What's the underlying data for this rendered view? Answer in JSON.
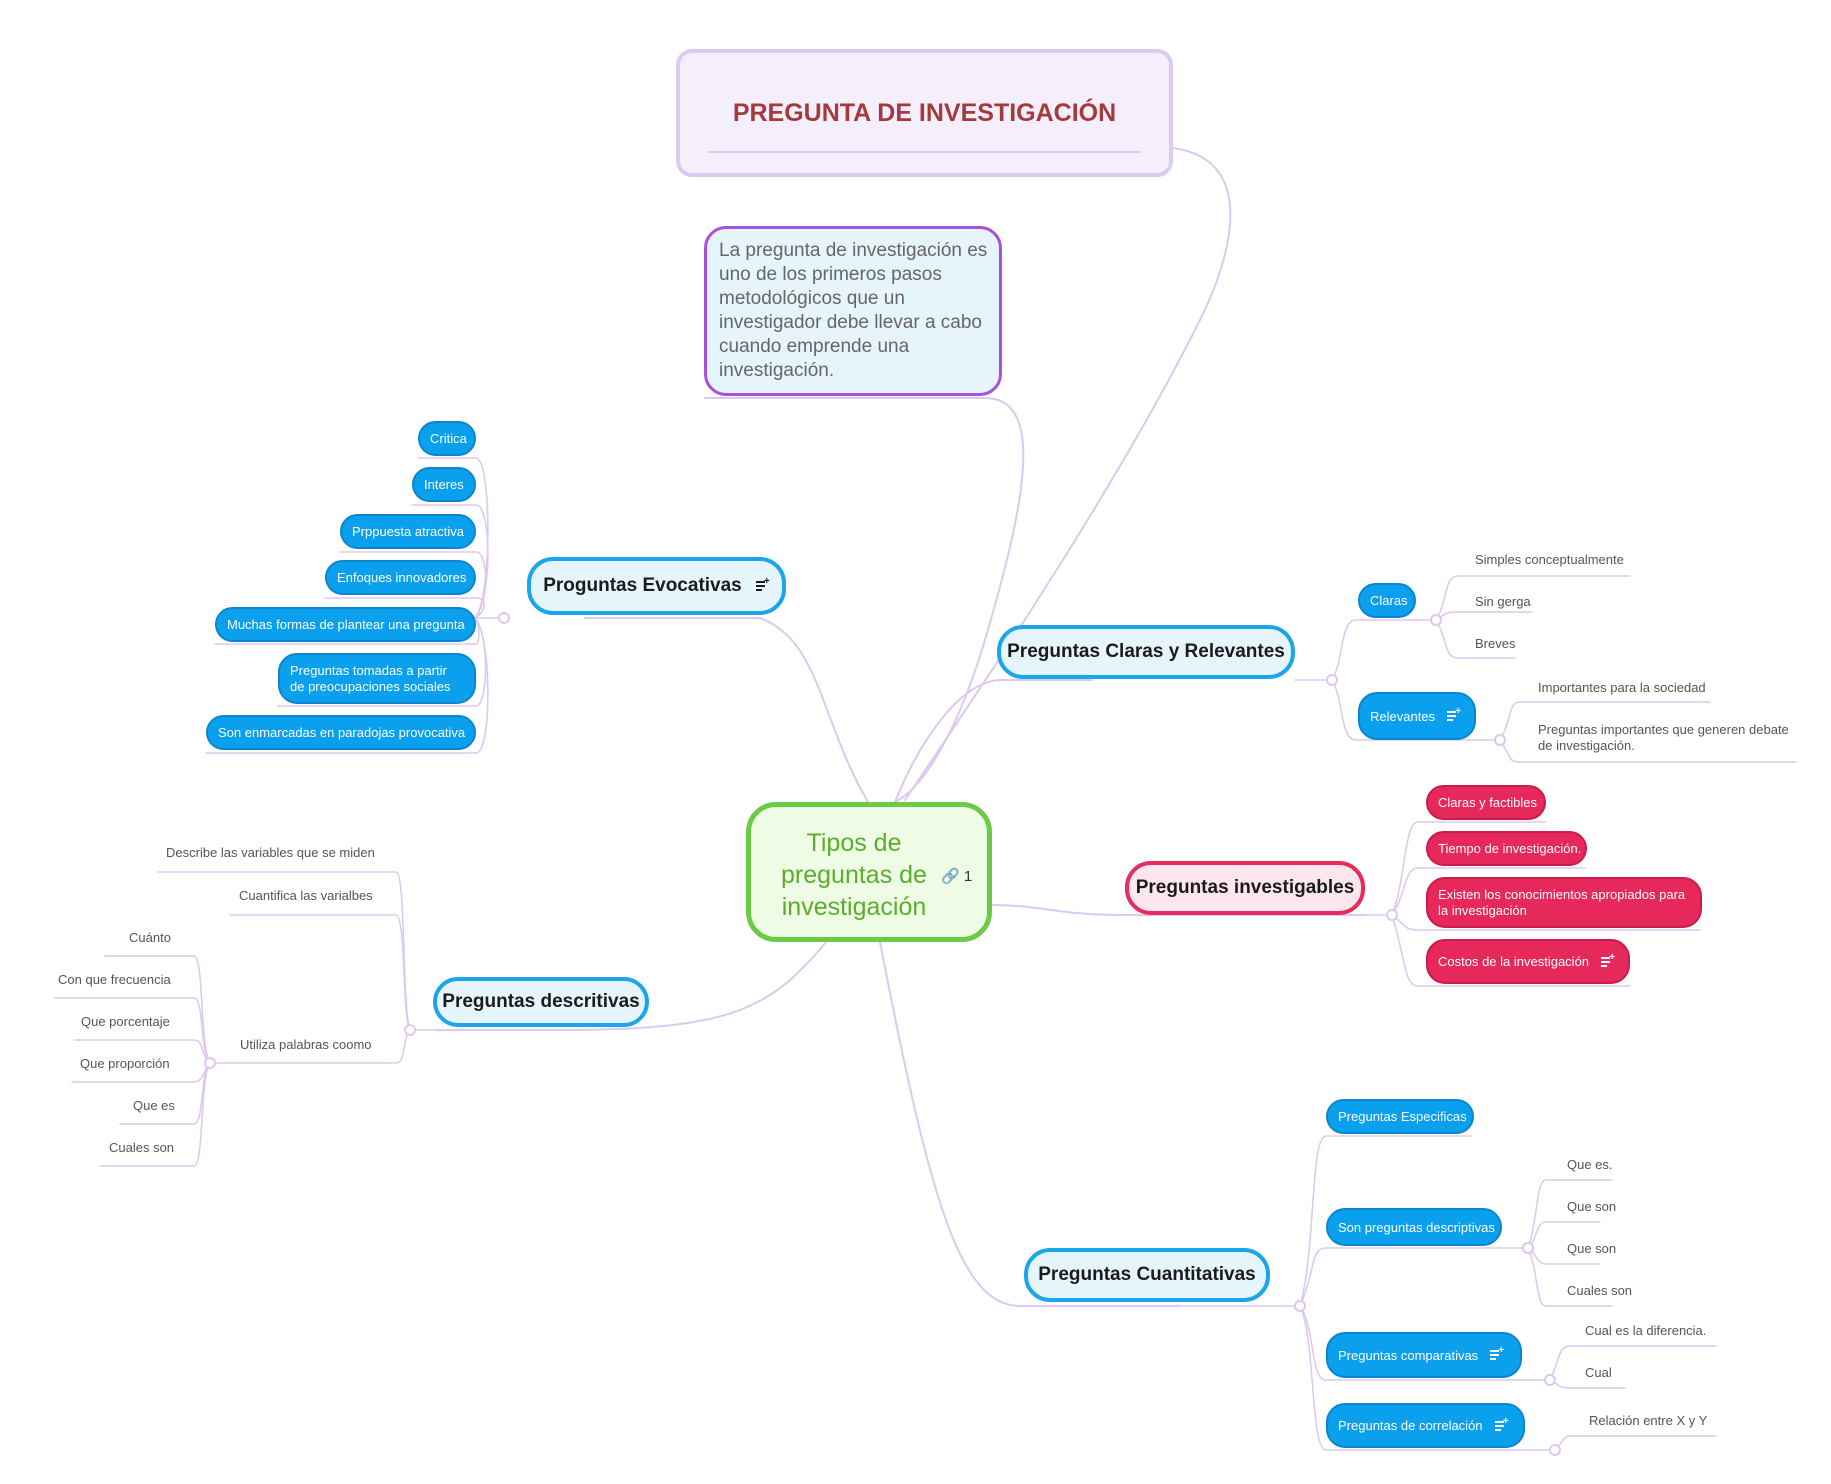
{
  "title": "PREGUNTA DE INVESTIGACIÓN",
  "note": "La pregunta de investigación es uno de los primeros pasos metodológicos que un investigador debe llevar a cabo cuando emprende una investigación.",
  "center": {
    "label": "Tipos de preguntas de investigación",
    "link_count": "1"
  },
  "colors": {
    "link": "#ddc9ef",
    "blue": "#1ba6ec",
    "red": "#e72d5c",
    "green": "#6ccb45",
    "title": "#a63a3a"
  },
  "evocativas": {
    "label": "Proguntas Evocativas",
    "items": [
      "Critica",
      "Interes",
      "Prppuesta atractiva",
      "Enfoques innovadores",
      "Muchas formas de plantear una pregunta",
      "Preguntas tomadas a partir de preocupaciones sociales",
      "Son enmarcadas en paradojas provocativa"
    ]
  },
  "descritivas": {
    "label": "Preguntas descritivas",
    "items": [
      "Describe las variables que se miden",
      "Cuantifica las varialbes",
      "Utiliza palabras coomo"
    ],
    "palabras": [
      "Cuánto",
      "Con que frecuencia",
      "Que porcentaje",
      "Que proporción",
      "Que es",
      "Cuales son"
    ]
  },
  "claras": {
    "label": "Preguntas Claras y Relevantes",
    "claras_label": "Claras",
    "claras_items": [
      "Simples conceptualmente",
      "Sin gerga",
      "Breves"
    ],
    "relevantes_label": "Relevantes",
    "relevantes_items": [
      "Importantes para la sociedad",
      "Preguntas importantes que generen debate de investigación."
    ]
  },
  "investigables": {
    "label": "Preguntas investigables",
    "items": [
      "Claras y factibles",
      "Tiempo de investigación.",
      "Existen los conocimientos apropiados para la investigación",
      "Costos de la investigación"
    ]
  },
  "cuantitativas": {
    "label": "Preguntas Cuantitativas",
    "especificas": "Preguntas Especificas",
    "descriptivas": "Son preguntas descriptivas",
    "descriptivas_items": [
      "Que es.",
      "Que son",
      "Que son",
      "Cuales son"
    ],
    "comparativas": "Preguntas comparativas",
    "comparativas_items": [
      "Cual es la diferencia.",
      "Cual"
    ],
    "correlacion": "Preguntas de correlación",
    "correlacion_items": [
      "Relación entre X y Y"
    ]
  }
}
